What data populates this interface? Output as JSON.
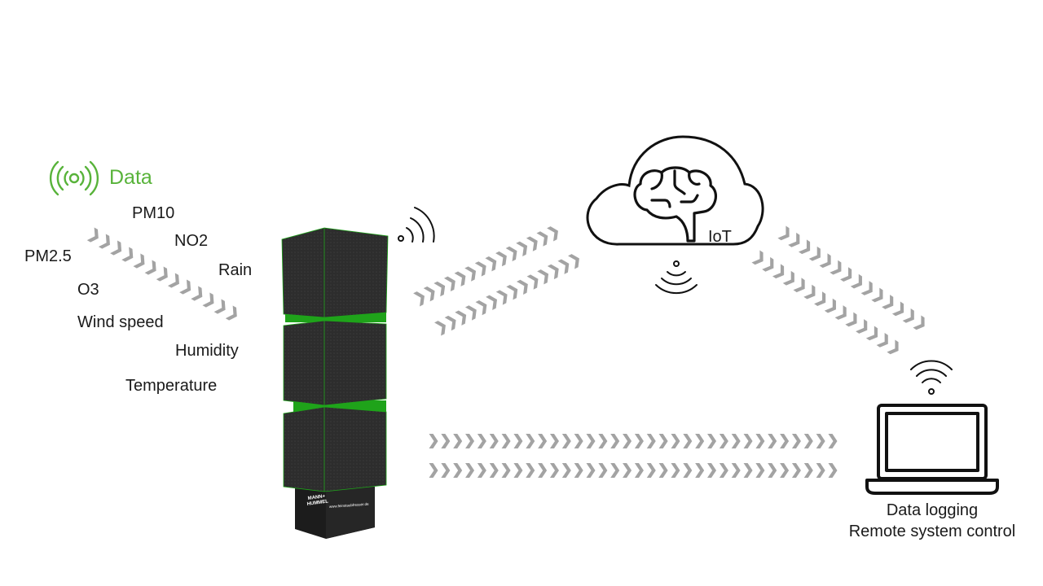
{
  "data_label": "Data",
  "sensor_parameters": [
    "PM10",
    "NO2",
    "PM2.5",
    "Rain",
    "O3",
    "Wind speed",
    "Humidity",
    "Temperature"
  ],
  "device": {
    "brand": "MANN+ HUMMEL",
    "url": "www.feinstaubfresser.de",
    "accent_color": "#1fa31a",
    "body_color": "#2a2a2a"
  },
  "cloud": {
    "label": "IoT",
    "icon": "brain-icon"
  },
  "laptop": {
    "caption_line1": "Data logging",
    "caption_line2": "Remote system control"
  },
  "colors": {
    "data_green": "#58b33a",
    "arrow_gray": "#a3a3a3",
    "line_black": "#111111"
  }
}
